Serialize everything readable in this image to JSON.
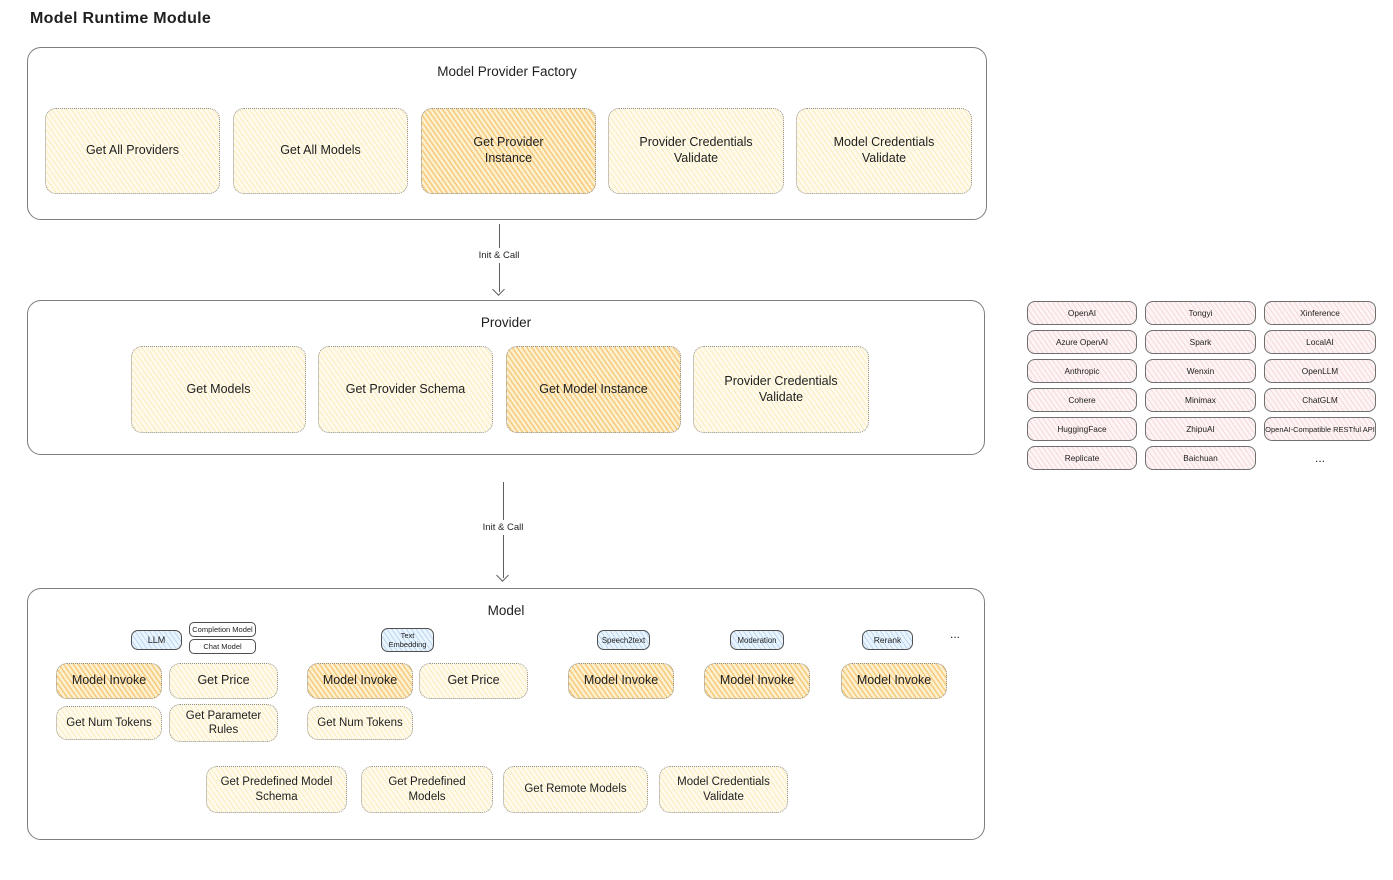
{
  "page_title": "Model Runtime Module",
  "colors": {
    "node_yellow": "#fdf6dc",
    "node_orange": "#fbe3b4",
    "node_pink": "#fbecec",
    "node_blue": "#ddedfb",
    "border_gray": "#7e7e7e",
    "text": "#1f1f1f"
  },
  "factory": {
    "title": "Model Provider Factory",
    "items": [
      {
        "label": "Get All Providers",
        "variant": "yellow"
      },
      {
        "label": "Get All Models",
        "variant": "yellow"
      },
      {
        "label": "Get Provider Instance",
        "variant": "orange"
      },
      {
        "label": "Provider Credentials Validate",
        "variant": "yellow"
      },
      {
        "label": "Model Credentials Validate",
        "variant": "yellow"
      }
    ]
  },
  "arrows": {
    "init_call_1": "Init & Call",
    "init_call_2": "Init & Call"
  },
  "provider": {
    "title": "Provider",
    "items": [
      {
        "label": "Get Models",
        "variant": "yellow"
      },
      {
        "label": "Get Provider Schema",
        "variant": "yellow"
      },
      {
        "label": "Get Model Instance",
        "variant": "orange"
      },
      {
        "label": "Provider Credentials Validate",
        "variant": "yellow"
      }
    ]
  },
  "providers_panel": {
    "columns": [
      [
        "OpenAI",
        "Azure OpenAI",
        "Anthropic",
        "Cohere",
        "HuggingFace",
        "Replicate"
      ],
      [
        "Tongyi",
        "Spark",
        "Wenxin",
        "Minimax",
        "ZhipuAI",
        "Baichuan"
      ],
      [
        "Xinference",
        "LocalAI",
        "OpenLLM",
        "ChatGLM",
        "OpenAI-Compatible RESTful API"
      ]
    ],
    "ellipsis": "..."
  },
  "model": {
    "title": "Model",
    "tags": {
      "llm": "LLM",
      "completion_model": "Completion Model",
      "chat_model": "Chat Model",
      "text_embedding": "Text Embedding",
      "speech2text": "Speech2text",
      "moderation": "Moderation",
      "rerank": "Rerank",
      "ellipsis": "..."
    },
    "boxes": {
      "model_invoke": "Model Invoke",
      "get_price": "Get Price",
      "get_num_tokens": "Get Num Tokens",
      "get_parameter_rules": "Get Parameter Rules",
      "get_predefined_model_schema": "Get Predefined Model Schema",
      "get_predefined_models": "Get Predefined Models",
      "get_remote_models": "Get Remote Models",
      "model_credentials_validate": "Model Credentials Validate"
    }
  }
}
